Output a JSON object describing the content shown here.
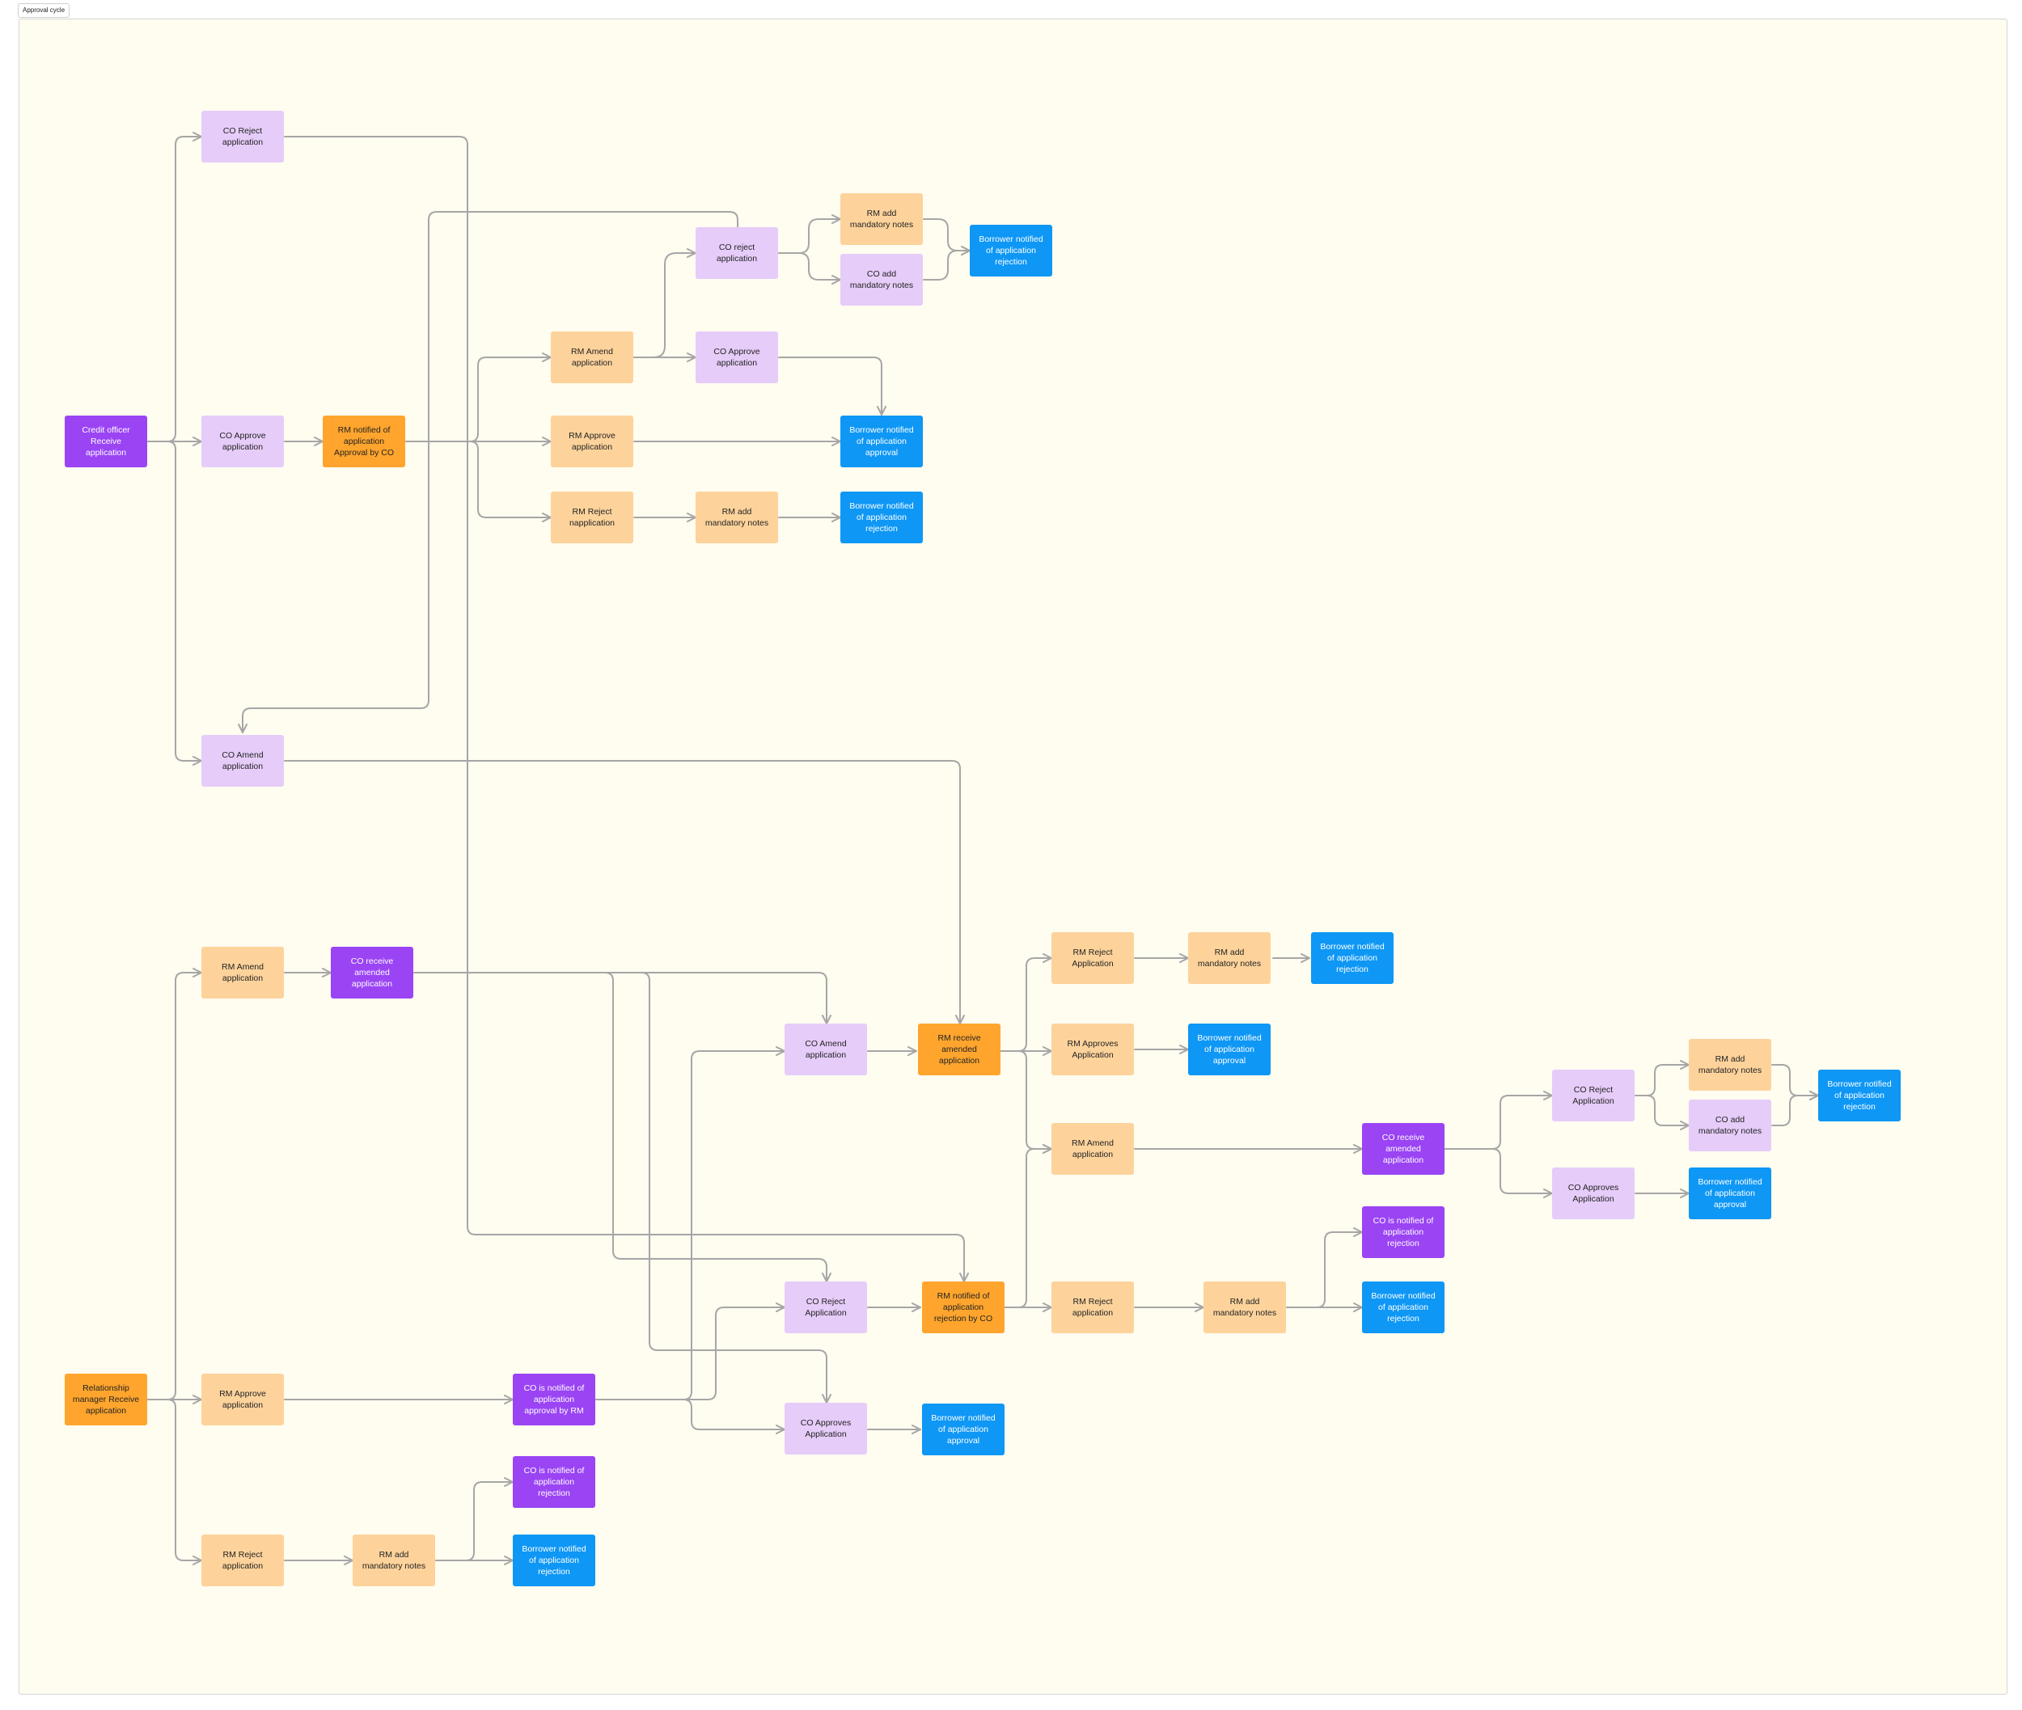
{
  "frame": {
    "title": "Approval cycle"
  },
  "colors": {
    "canvas": "#fffcf0",
    "connector": "#a6a6a6",
    "lavender": "#e6ccf9",
    "peach": "#fdd39b",
    "orange": "#ffa52d",
    "purple": "#9a44f4",
    "blue": "#0e97f5"
  },
  "nodes": [
    {
      "id": "co-receive",
      "label": "Credit officer Receive application",
      "type": "purple"
    },
    {
      "id": "co-reject-1",
      "label": "CO Reject application",
      "type": "lavender"
    },
    {
      "id": "co-approve-1",
      "label": "CO Approve application",
      "type": "lavender"
    },
    {
      "id": "co-amend-1",
      "label": "CO Amend application",
      "type": "lavender"
    },
    {
      "id": "rm-notified-approval",
      "label": "RM notified of application Approval by CO",
      "type": "orange"
    },
    {
      "id": "rm-amend-1",
      "label": "RM Amend application",
      "type": "peach"
    },
    {
      "id": "rm-approve-1",
      "label": "RM Approve application",
      "type": "peach"
    },
    {
      "id": "rm-reject-1",
      "label": "RM Reject napplication",
      "type": "peach"
    },
    {
      "id": "co-reject-2",
      "label": "CO reject application",
      "type": "lavender"
    },
    {
      "id": "co-approve-2",
      "label": "CO Approve application",
      "type": "lavender"
    },
    {
      "id": "rm-notes-1",
      "label": "RM add mandatory notes",
      "type": "peach"
    },
    {
      "id": "rm-notes-2",
      "label": "RM add mandatory notes",
      "type": "peach"
    },
    {
      "id": "co-notes-1",
      "label": "CO add mandatory notes",
      "type": "lavender"
    },
    {
      "id": "borrower-rej-1",
      "label": "Borrower notified of application rejection",
      "type": "blue"
    },
    {
      "id": "borrower-app-1",
      "label": "Borrower notified of application approval",
      "type": "blue"
    },
    {
      "id": "borrower-rej-2",
      "label": "Borrower notified of application rejection",
      "type": "blue"
    },
    {
      "id": "rm-receive",
      "label": "Relationship manager Receive application",
      "type": "orange"
    },
    {
      "id": "rm-amend-2",
      "label": "RM Amend application",
      "type": "peach"
    },
    {
      "id": "rm-approve-2",
      "label": "RM Approve application",
      "type": "peach"
    },
    {
      "id": "rm-reject-2",
      "label": "RM Reject application",
      "type": "peach"
    },
    {
      "id": "co-receive-amended-1",
      "label": "CO receive amended application",
      "type": "purple"
    },
    {
      "id": "co-notified-approval-rm",
      "label": "CO is notified of application approval by RM",
      "type": "purple"
    },
    {
      "id": "rm-notes-3",
      "label": "RM add mandatory notes",
      "type": "peach"
    },
    {
      "id": "co-notified-rej-1",
      "label": "CO is notified of application rejection",
      "type": "purple"
    },
    {
      "id": "borrower-rej-3",
      "label": "Borrower notified of application rejection",
      "type": "blue"
    },
    {
      "id": "co-amend-2",
      "label": "CO Amend application",
      "type": "lavender"
    },
    {
      "id": "co-reject-3",
      "label": "CO Reject Application",
      "type": "lavender"
    },
    {
      "id": "co-approves-1",
      "label": "CO Approves Application",
      "type": "lavender"
    },
    {
      "id": "rm-receive-amended",
      "label": "RM receive amended application",
      "type": "orange"
    },
    {
      "id": "rm-notified-rejection",
      "label": "RM notified of application rejection by CO",
      "type": "orange"
    },
    {
      "id": "borrower-app-2",
      "label": "Borrower notified of application approval",
      "type": "blue"
    },
    {
      "id": "rm-reject-3",
      "label": "RM Reject Application",
      "type": "peach"
    },
    {
      "id": "rm-approves-1",
      "label": "RM Approves Application",
      "type": "peach"
    },
    {
      "id": "rm-amend-3",
      "label": "RM Amend application",
      "type": "peach"
    },
    {
      "id": "rm-reject-4",
      "label": "RM Reject application",
      "type": "peach"
    },
    {
      "id": "rm-notes-4",
      "label": "RM add mandatory notes",
      "type": "peach"
    },
    {
      "id": "borrower-rej-4",
      "label": "Borrower notified of application rejection",
      "type": "blue"
    },
    {
      "id": "borrower-app-3",
      "label": "Borrower notified of application approval",
      "type": "blue"
    },
    {
      "id": "rm-notes-5",
      "label": "RM add mandatory notes",
      "type": "peach"
    },
    {
      "id": "co-notified-rej-2",
      "label": "CO is notified of application rejection",
      "type": "purple"
    },
    {
      "id": "borrower-rej-5",
      "label": "Borrower notified of application rejection",
      "type": "blue"
    },
    {
      "id": "co-receive-amended-2",
      "label": "CO receive amended application",
      "type": "purple"
    },
    {
      "id": "co-reject-4",
      "label": "CO Reject Application",
      "type": "lavender"
    },
    {
      "id": "co-approves-2",
      "label": "CO Approves Application",
      "type": "lavender"
    },
    {
      "id": "rm-notes-6",
      "label": "RM add mandatory notes",
      "type": "peach"
    },
    {
      "id": "co-notes-2",
      "label": "CO add mandatory notes",
      "type": "lavender"
    },
    {
      "id": "borrower-rej-6",
      "label": "Borrower notified of application rejection",
      "type": "blue"
    },
    {
      "id": "borrower-app-4",
      "label": "Borrower notified of application approval",
      "type": "blue"
    }
  ]
}
